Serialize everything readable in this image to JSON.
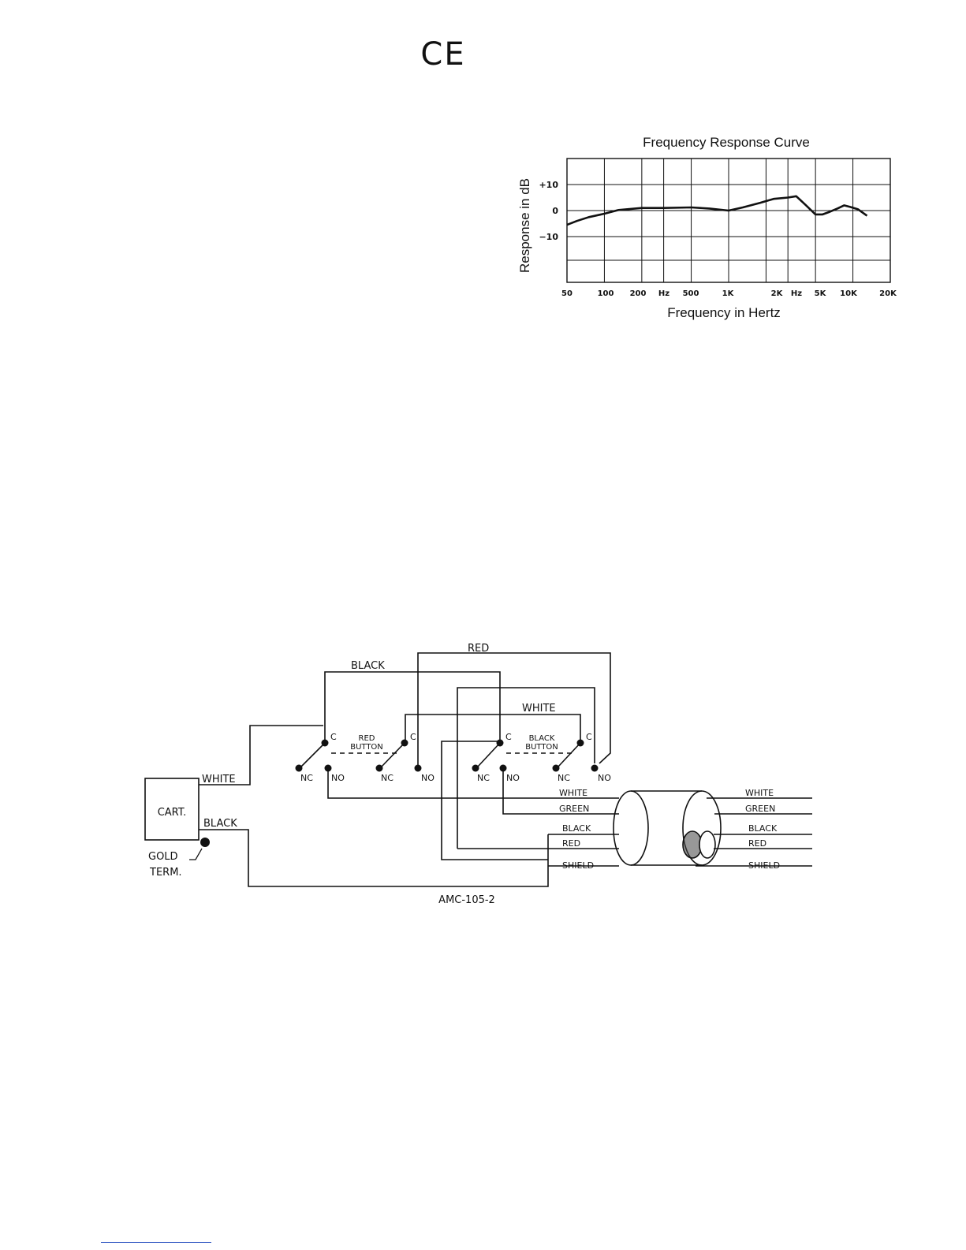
{
  "ce_mark": "CE",
  "chart_data": {
    "type": "line",
    "title": "Frequency Response Curve",
    "xlabel": "Frequency in Hertz",
    "ylabel": "Response in dB",
    "x_scale": "log",
    "xlim": [
      50,
      20000
    ],
    "x_tick_labels": [
      "50",
      "100",
      "200",
      "Hz",
      "500",
      "1K",
      "2K",
      "Hz",
      "5K",
      "10K",
      "20K"
    ],
    "y_tick_labels": [
      "+10",
      "0",
      "-10"
    ],
    "grid": true,
    "series": [
      {
        "points": [
          [
            50,
            -5.5
          ],
          [
            60,
            -4
          ],
          [
            75,
            -2.5
          ],
          [
            100,
            -1.2
          ],
          [
            130,
            0.2
          ],
          [
            200,
            1
          ],
          [
            300,
            1
          ],
          [
            500,
            1.2
          ],
          [
            700,
            0.8
          ],
          [
            1000,
            0
          ],
          [
            1300,
            1.2
          ],
          [
            1800,
            3
          ],
          [
            2300,
            4.5
          ],
          [
            3000,
            5
          ],
          [
            3500,
            5.5
          ],
          [
            4200,
            2
          ],
          [
            5000,
            -1.5
          ],
          [
            5700,
            -1.5
          ],
          [
            6500,
            -0.5
          ],
          [
            7500,
            0.8
          ],
          [
            8500,
            2
          ],
          [
            9500,
            1.4
          ],
          [
            11000,
            0.5
          ],
          [
            13000,
            -2
          ]
        ]
      }
    ]
  },
  "wiring": {
    "label_red_top": "RED",
    "label_black_top": "BLACK",
    "label_white_mid": "WHITE",
    "red_button_line1": "RED",
    "red_button_line2": "BUTTON",
    "black_button_line1": "BLACK",
    "black_button_line2": "BUTTON",
    "contact_c": "C",
    "contact_nc": "NC",
    "contact_no": "NO",
    "cart_label": "CART.",
    "cart_white": "WHITE",
    "cart_black": "BLACK",
    "gold_term_line1": "GOLD",
    "gold_term_line2": "TERM.",
    "cable_labels_left": [
      "WHITE",
      "GREEN",
      "BLACK",
      "RED",
      "SHIELD"
    ],
    "cable_labels_right": [
      "WHITE",
      "GREEN",
      "BLACK",
      "RED",
      "SHIELD"
    ],
    "model": "AMC-105-2"
  }
}
